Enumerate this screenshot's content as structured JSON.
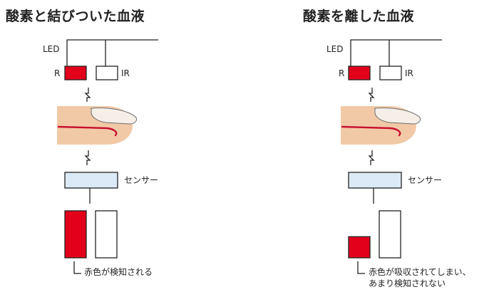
{
  "colors": {
    "line": "#222222",
    "red": "#e3001b",
    "sensor_fill": "#dbeaf6",
    "skin": "#f2c9a6",
    "nail": "#f6efe8",
    "vessel": "#c8102e"
  },
  "left": {
    "title": "酸素と結びついた血液",
    "led_label": "LED",
    "red_label": "R",
    "ir_label": "IR",
    "sensor_label": "センサー",
    "result_text": [
      "赤色が検知される"
    ],
    "red_detected_level": 1.0,
    "ir_detected_level": 1.0
  },
  "right": {
    "title": "酸素を離した血液",
    "led_label": "LED",
    "red_label": "R",
    "ir_label": "IR",
    "sensor_label": "センサー",
    "result_text": [
      "赤色が吸収されてしまい、",
      "あまり検知されない"
    ],
    "red_detected_level": 0.45,
    "ir_detected_level": 1.0
  }
}
